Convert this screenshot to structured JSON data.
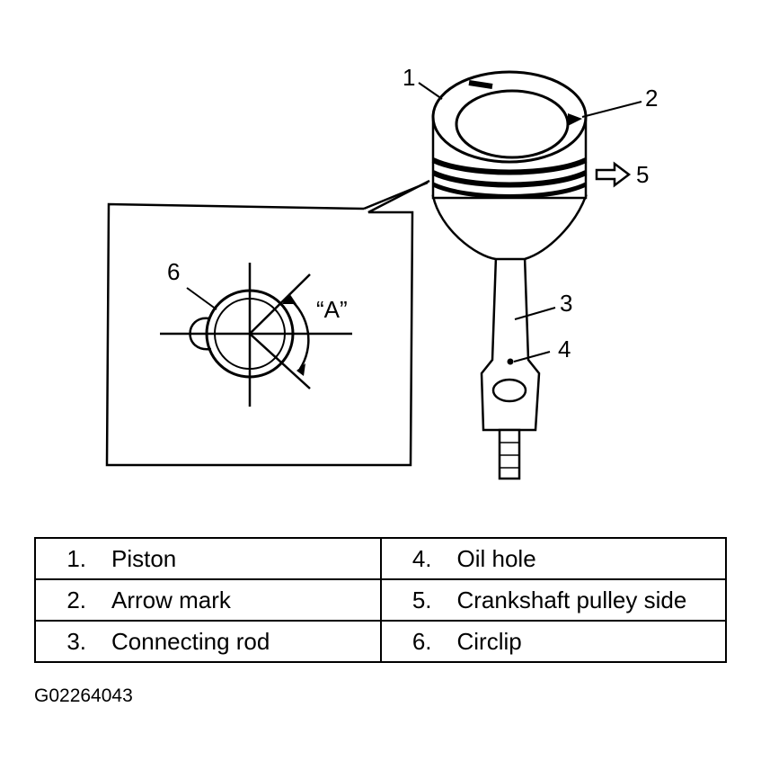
{
  "callouts": {
    "c1": "1",
    "c2": "2",
    "c3": "3",
    "c4": "4",
    "c5": "5",
    "c6": "6",
    "angle": "“A”"
  },
  "legend": [
    [
      {
        "num": "1.",
        "label": "Piston"
      },
      {
        "num": "4.",
        "label": "Oil hole"
      }
    ],
    [
      {
        "num": "2.",
        "label": "Arrow mark"
      },
      {
        "num": "5.",
        "label": "Crankshaft pulley side"
      }
    ],
    [
      {
        "num": "3.",
        "label": "Connecting rod"
      },
      {
        "num": "6.",
        "label": "Circlip"
      }
    ]
  ],
  "figure_id": "G02264043"
}
